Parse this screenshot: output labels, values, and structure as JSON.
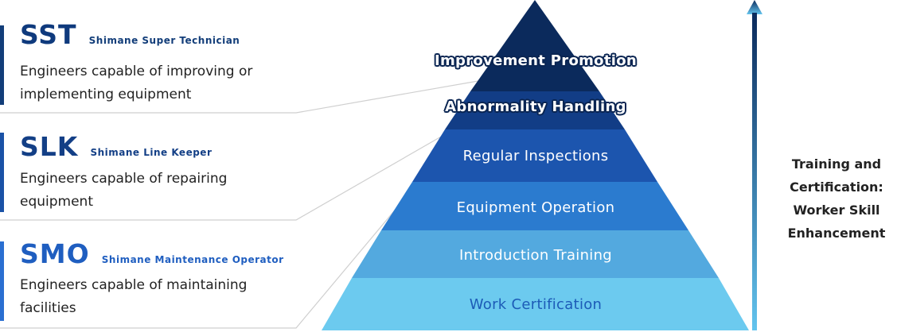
{
  "levels": [
    {
      "abbr": "SST",
      "full_name": "Shimane Super Technician",
      "description": "Engineers capable of improving or implementing equipment"
    },
    {
      "abbr": "SLK",
      "full_name": "Shimane Line Keeper",
      "description": "Engineers capable of repairing equipment"
    },
    {
      "abbr": "SMO",
      "full_name": "Shimane Maintenance Operator",
      "description": "Engineers capable of maintaining facilities"
    }
  ],
  "pyramid": {
    "tiers": [
      {
        "label": "Improvement Promotion",
        "color": "#0b2a5c"
      },
      {
        "label": "Abnormality Handling",
        "color": "#123d86"
      },
      {
        "label": "Regular Inspections",
        "color": "#1c55ae"
      },
      {
        "label": "Equipment Operation",
        "color": "#2b7bcf"
      },
      {
        "label": "Introduction Training",
        "color": "#53a9df"
      },
      {
        "label": "Work Certification",
        "color": "#6ccaef"
      }
    ]
  },
  "side_label": "Training and Certification: Worker Skill Enhancement",
  "colors": {
    "connector_line": "#cfcfcf",
    "arrow_top": "#0b2a5c",
    "arrow_bottom": "#63c4ee"
  }
}
